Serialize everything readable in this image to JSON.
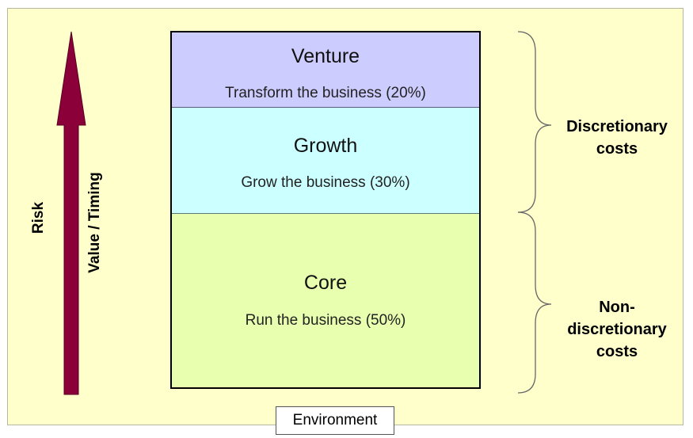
{
  "axis": {
    "risk_label": "Risk",
    "value_label": "Value / Timing",
    "arrow_color": "#8b0038"
  },
  "tiers": [
    {
      "title": "Venture",
      "subtitle": "Transform the business (20%)",
      "share_percent": 20,
      "color": "#ccccff"
    },
    {
      "title": "Growth",
      "subtitle": "Grow the business (30%)",
      "share_percent": 30,
      "color": "#ccffff"
    },
    {
      "title": "Core",
      "subtitle": "Run the business (50%)",
      "share_percent": 50,
      "color": "#e8ffb0"
    }
  ],
  "cost_groups": {
    "discretionary": "Discretionary costs",
    "non_discretionary": "Non-discretionary costs"
  },
  "environment_label": "Environment",
  "background_color": "#ffffcc"
}
